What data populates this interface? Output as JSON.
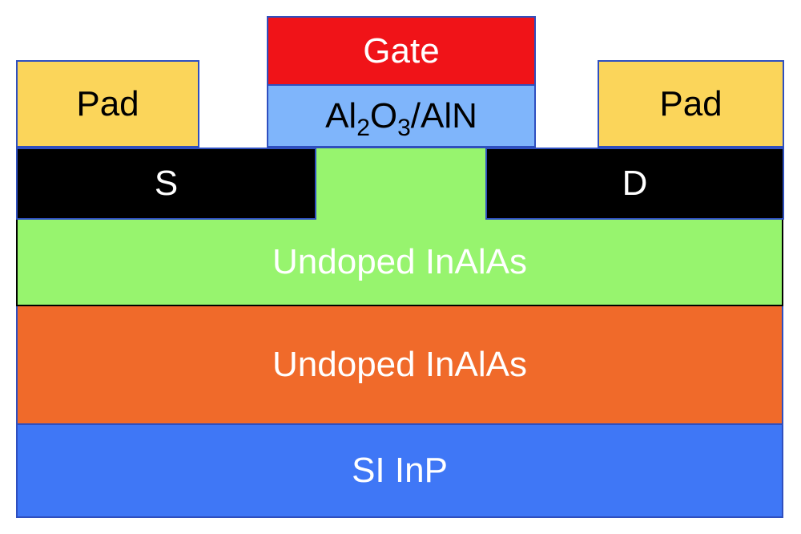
{
  "colors": {
    "pad": "#fbd55a",
    "gate": "#f01318",
    "gate_oxide": "#7fb5fb",
    "contact": "#000000",
    "undoped_inalas_top": "#97f46e",
    "undoped_inalas_bottom": "#f06a2a",
    "substrate": "#3f77f6",
    "outline": "#2f4fbf",
    "dark_text": "#000000",
    "light_text": "#ffffff"
  },
  "layers": {
    "pad_left": "Pad",
    "pad_right": "Pad",
    "gate": "Gate",
    "gate_oxide": {
      "part1": "Al",
      "sub1": "2",
      "part2": "O",
      "sub2": "3",
      "part3": "/AlN"
    },
    "source": "S",
    "drain": "D",
    "undoped_inalas_top": "Undoped InAlAs",
    "undoped_inalas_bottom": "Undoped InAlAs",
    "substrate": "SI InP"
  }
}
